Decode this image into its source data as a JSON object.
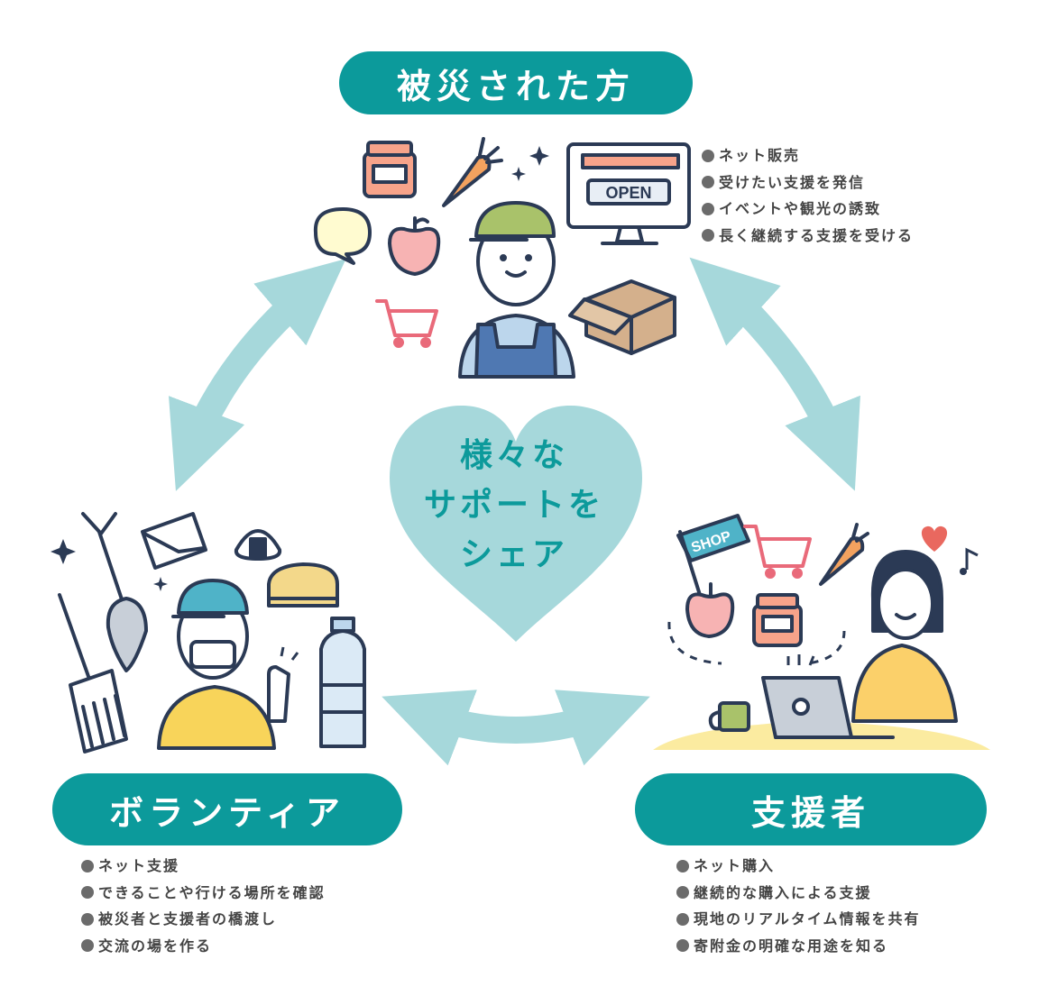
{
  "top": {
    "title": "被災された方",
    "bullets": [
      "ネット販売",
      "受けたい支援を発信",
      "イベントや観光の誘致",
      "長く継続する支援を受ける"
    ],
    "open_sign": "OPEN"
  },
  "left": {
    "title": "ボランティア",
    "bullets": [
      "ネット支援",
      "できることや行ける場所を確認",
      "被災者と支援者の橋渡し",
      "交流の場を作る"
    ]
  },
  "right": {
    "title": "支援者",
    "bullets": [
      "ネット購入",
      "継続的な購入による支援",
      "現地のリアルタイム情報を共有",
      "寄附金の明確な用途を知る"
    ],
    "shop_flag": "SHOP"
  },
  "center": {
    "lines": [
      "様々な",
      "サポートを",
      "シェア"
    ]
  },
  "colors": {
    "teal": "#0c9a9b",
    "arrow": "#a6d8db",
    "heart": "#a6d8db",
    "outline": "#2b3a55"
  }
}
